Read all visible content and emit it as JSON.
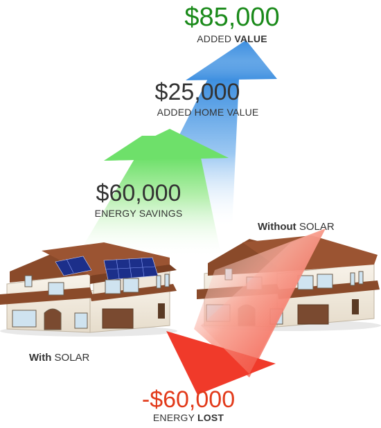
{
  "top_value": {
    "amount": "$85,000",
    "label_plain": "ADDED ",
    "label_bold": "VALUE",
    "color": "#1a8a1a"
  },
  "home_value": {
    "amount": "$25,000",
    "label": "ADDED HOME VALUE",
    "color": "#333333"
  },
  "savings": {
    "amount": "$60,000",
    "label": "ENERGY SAVINGS",
    "color": "#333333"
  },
  "lost": {
    "amount": "-$60,000",
    "label_plain": "ENERGY ",
    "label_bold": "LOST",
    "color": "#e23a1a"
  },
  "with_solar": {
    "bold": "With",
    "plain": " SOLAR"
  },
  "without_solar": {
    "bold": "Without",
    "plain": " SOLAR"
  },
  "colors": {
    "blue_arrow": "#3d8fe0",
    "green_arrow": "#6ee06a",
    "red_arrow": "#f03a2a",
    "roof": "#8a4a2a",
    "wall": "#f4eee4",
    "panel": "#1c2f8a"
  }
}
